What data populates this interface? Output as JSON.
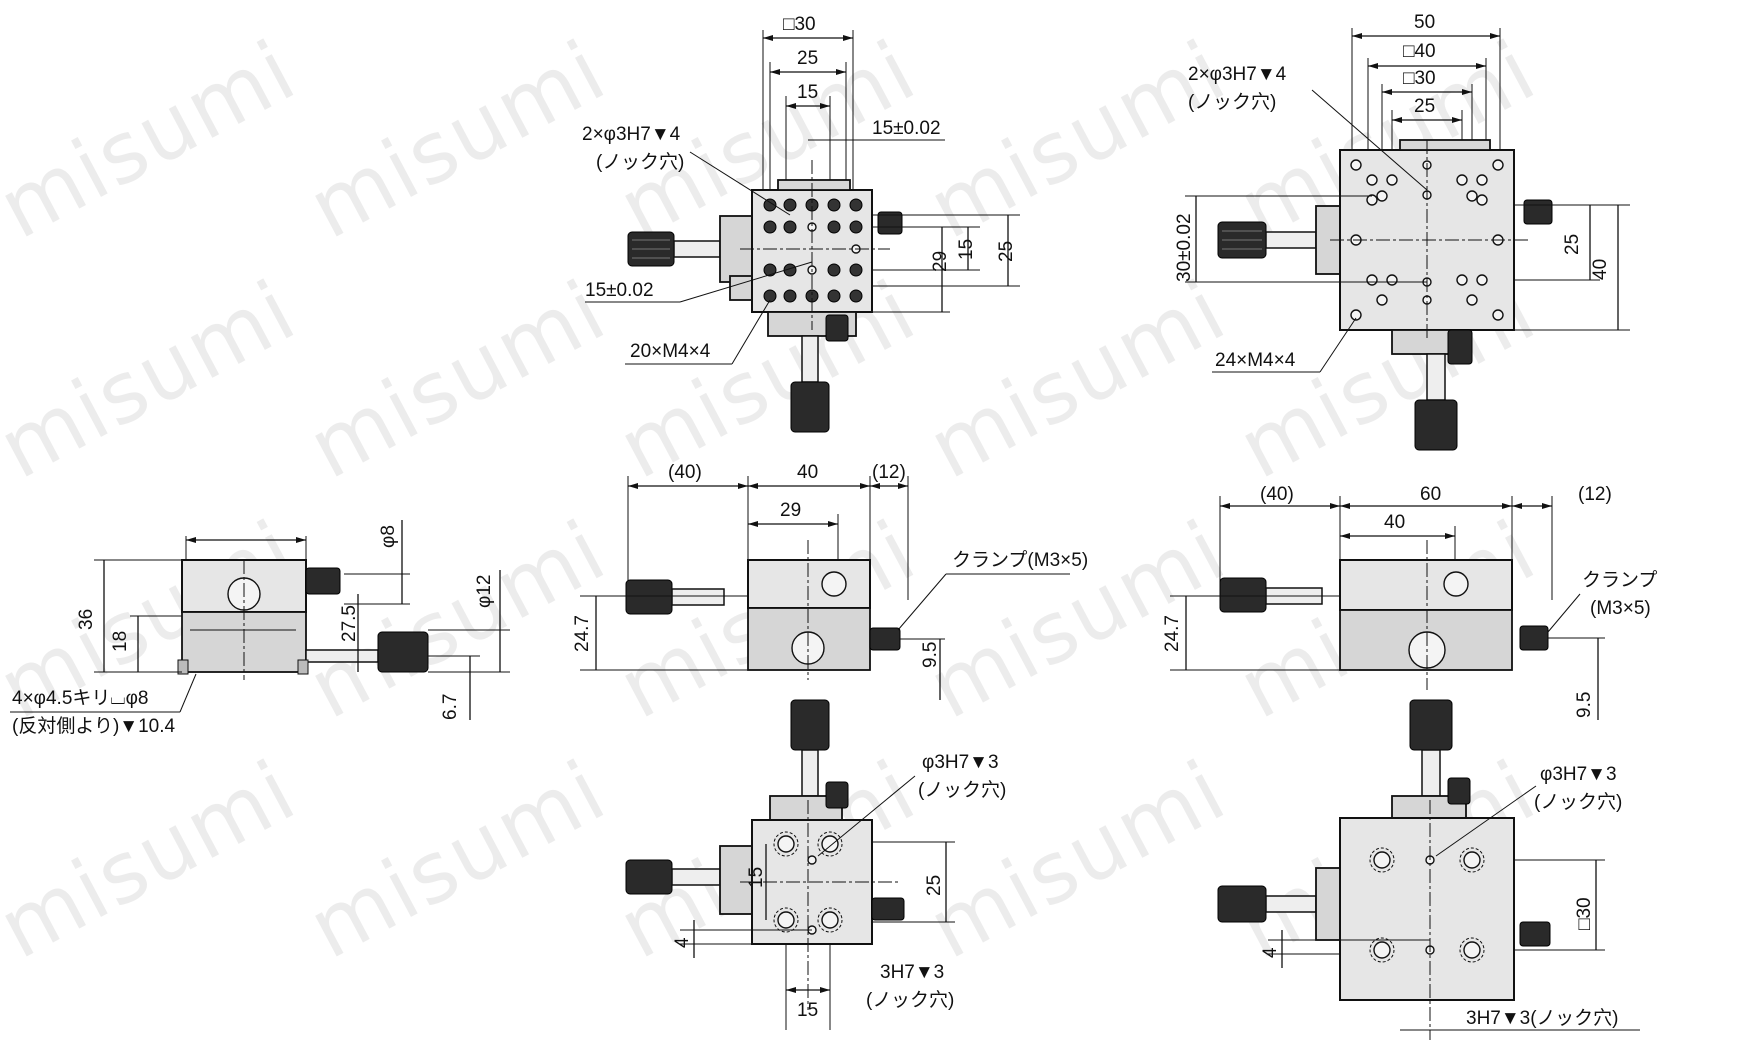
{
  "watermark": {
    "text": "misumi"
  },
  "drawing": {
    "top_small": {
      "dim_square30": "□30",
      "dim_25": "25",
      "dim_15": "15",
      "dim_15_tol": "15±0.02",
      "dim_15_tol_left": "15±0.02",
      "dim_29": "29",
      "dim_15_right": "15",
      "dim_25_right": "25",
      "note_dowel": "2×φ3H7▼4",
      "note_dowel_sub": "(ノック穴)",
      "note_taps": "20×M4×4"
    },
    "top_large": {
      "dim_50": "50",
      "dim_square40": "□40",
      "dim_square30": "□30",
      "dim_25": "25",
      "dim_30_tol": "30±0.02",
      "dim_25_right": "25",
      "dim_40_right": "40",
      "note_dowel": "2×φ3H7▼4",
      "note_dowel_sub": "(ノック穴)",
      "note_taps": "24×M4×4"
    },
    "side_view": {
      "dim_36": "36",
      "dim_18": "18",
      "dim_27_5": "27.5",
      "dim_phi8": "φ8",
      "dim_phi12": "φ12",
      "dim_6_7": "6.7",
      "note_holes": "4×φ4.5キリ⌴φ8",
      "note_holes_sub": "(反対側より)▼10.4"
    },
    "front_small": {
      "dim_40_paren": "(40)",
      "dim_40": "40",
      "dim_12_paren": "(12)",
      "dim_29": "29",
      "dim_24_7": "24.7",
      "dim_9_5": "9.5",
      "note_clamp": "クランプ(M3×5)"
    },
    "front_large": {
      "dim_40_paren": "(40)",
      "dim_60": "60",
      "dim_12_paren": "(12)",
      "dim_40": "40",
      "dim_24_7": "24.7",
      "dim_9_5": "9.5",
      "note_clamp": "クランプ",
      "note_clamp_sub": "(M3×5)"
    },
    "bottom_small": {
      "note_dowel": "φ3H7▼3",
      "note_dowel_sub": "(ノック穴)",
      "dim_15_v": "15",
      "dim_25": "25",
      "dim_4": "4",
      "dim_15_h": "15",
      "note_dowel2": "3H7▼3",
      "note_dowel2_sub": "(ノック穴)"
    },
    "bottom_large": {
      "note_dowel": "φ3H7▼3",
      "note_dowel_sub": "(ノック穴)",
      "dim_square30": "□30",
      "dim_4": "4",
      "note_dowel2": "3H7▼3(ノック穴)"
    }
  }
}
